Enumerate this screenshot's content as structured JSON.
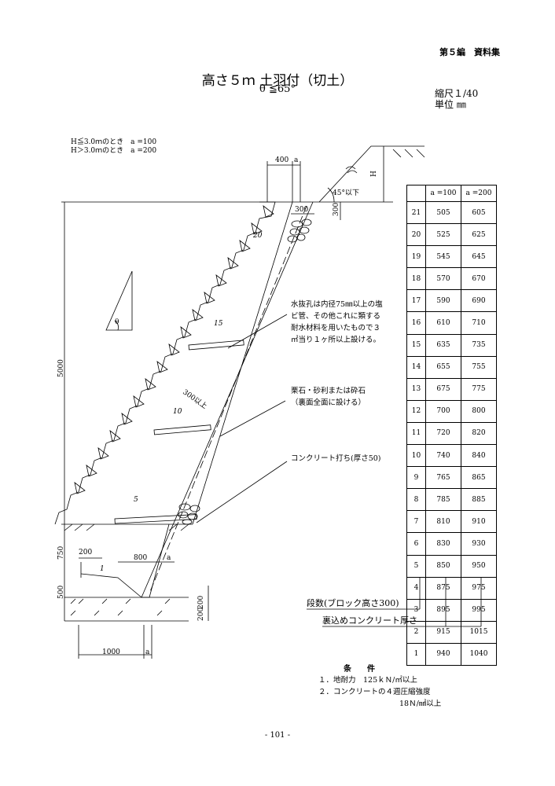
{
  "header": "第５編　資料集",
  "title": "高さ５ｍ 土羽付（切土）",
  "subtitle": "θ ≦65°",
  "scale": "縮尺１/40",
  "unit": "単位 ㎜",
  "conditions_a": [
    "H≦3.0ｍのとき　a =100",
    "H＞3.0ｍのとき　a =200"
  ],
  "dims": {
    "d400": "400",
    "a": "a",
    "h": "H",
    "deg45": "45°以下",
    "d300": "300",
    "d5000": "5000",
    "d300up": "300以上",
    "d200": "200",
    "d800": "800",
    "d750": "750",
    "d500": "500",
    "d200b": "200",
    "d200c": "200",
    "d1000": "1000",
    "theta": "θ",
    "course20": "20",
    "course15": "15",
    "course10": "10",
    "course5": "5",
    "course1": "1"
  },
  "notes": {
    "drain": [
      "水抜孔は内径75㎜以上の塩",
      "ビ管、その他これに類する",
      "耐水材料を用いたもので３",
      "㎡当り１ヶ所以上設ける。"
    ],
    "gravel": [
      "栗石・砂利または砕石",
      "（裏面全面に設ける）"
    ],
    "concrete": "コンクリート打ち(厚さ50)"
  },
  "table": {
    "headers": [
      "",
      "a =100",
      "a =200"
    ],
    "rows": [
      [
        "21",
        "505",
        "605"
      ],
      [
        "20",
        "525",
        "625"
      ],
      [
        "19",
        "545",
        "645"
      ],
      [
        "18",
        "570",
        "670"
      ],
      [
        "17",
        "590",
        "690"
      ],
      [
        "16",
        "610",
        "710"
      ],
      [
        "15",
        "635",
        "735"
      ],
      [
        "14",
        "655",
        "755"
      ],
      [
        "13",
        "675",
        "775"
      ],
      [
        "12",
        "700",
        "800"
      ],
      [
        "11",
        "720",
        "820"
      ],
      [
        "10",
        "740",
        "840"
      ],
      [
        "9",
        "765",
        "865"
      ],
      [
        "8",
        "785",
        "885"
      ],
      [
        "7",
        "810",
        "910"
      ],
      [
        "6",
        "830",
        "930"
      ],
      [
        "5",
        "850",
        "950"
      ],
      [
        "4",
        "875",
        "975"
      ],
      [
        "3",
        "895",
        "995"
      ],
      [
        "2",
        "915",
        "1015"
      ],
      [
        "1",
        "940",
        "1040"
      ]
    ],
    "label_steps": "段数(ブロック高さ300)",
    "label_backfill": "裏込めコンクリート厚さ"
  },
  "conditions": {
    "heading": "条　　件",
    "items": [
      "１．地耐力　125ｋＮ/㎡以上",
      "２．コンクリートの４週圧縮強度"
    ],
    "item2_value": "18Ｎ/㎟以上"
  },
  "footer": "- 101 -"
}
